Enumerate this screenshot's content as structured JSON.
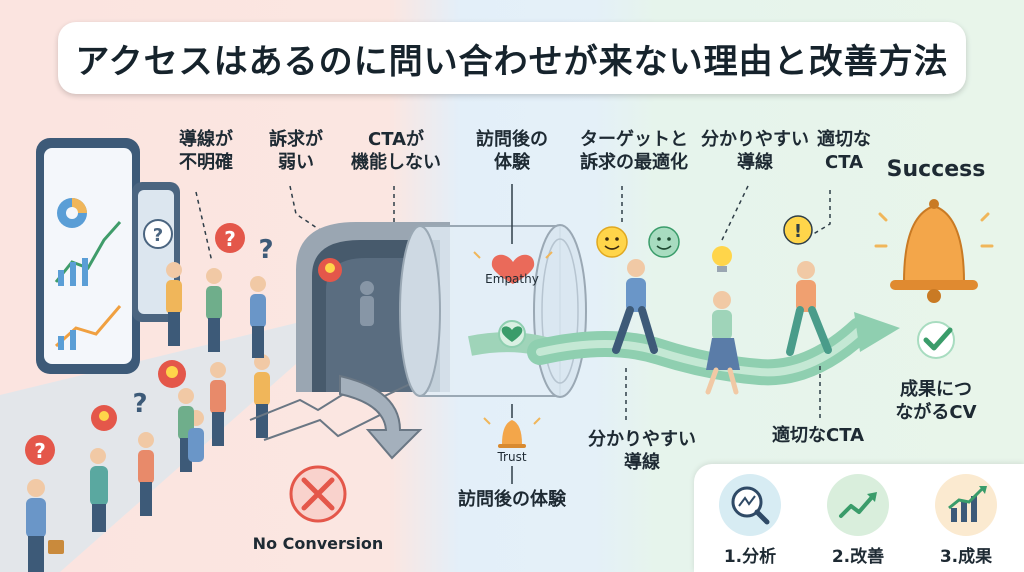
{
  "title": "アクセスはあるのに問い合わせが来ない理由と改善方法",
  "problems": [
    {
      "label": "導線が\n不明確"
    },
    {
      "label": "訴求が\n弱い"
    },
    {
      "label": "CTAが\n機能しない"
    }
  ],
  "tunnel": {
    "top_label": "訪問後の\n体験",
    "empathy": "Empathy",
    "trust": "Trust",
    "bottom_label": "訪問後の体験"
  },
  "solutions": [
    {
      "label": "ターゲットと\n訴求の最適化"
    },
    {
      "label": "分かりやすい\n導線"
    },
    {
      "label": "適切な\nCTA"
    }
  ],
  "path_labels": {
    "easy_path": "分かりやすい\n導線",
    "proper_cta": "適切なCTA",
    "result": "成果につ\nながるCV"
  },
  "success": "Success",
  "no_conversion": "No Conversion",
  "steps": [
    {
      "label": "1.分析",
      "icon": "magnifier-chart-icon",
      "color": "#d7ecf3"
    },
    {
      "label": "2.改善",
      "icon": "growth-arrow-icon",
      "color": "#d9eedc"
    },
    {
      "label": "3.成果",
      "icon": "bar-chart-icon",
      "color": "#fbead0"
    }
  ],
  "colors": {
    "path": "#8fcfb0",
    "bell": "#f3a64a",
    "x_mark": "#e4574a",
    "check": "#3a9c6a"
  }
}
